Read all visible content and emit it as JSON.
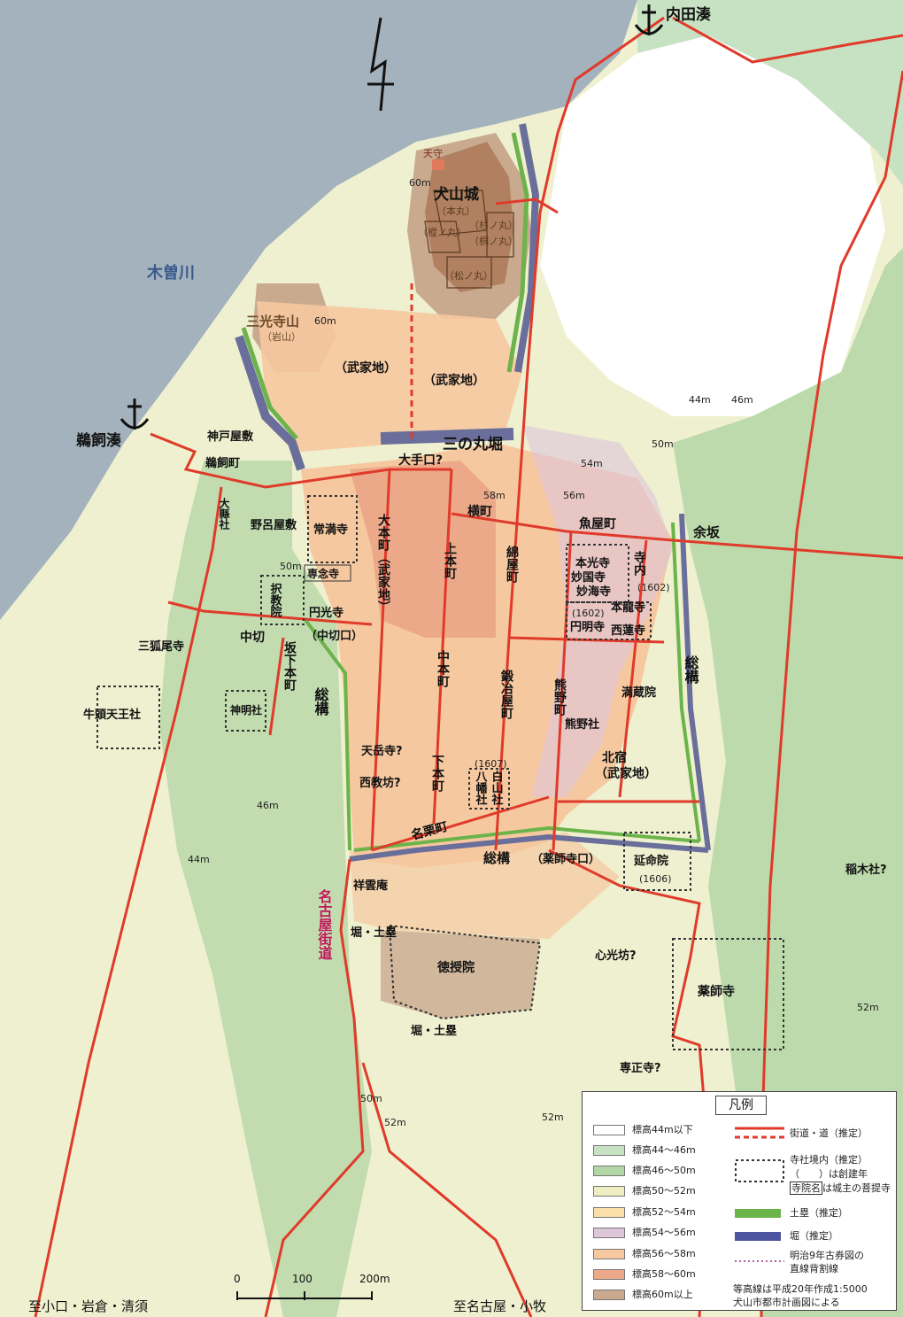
{
  "map": {
    "harbors": {
      "uchida": "内田湊",
      "ukai": "鵜飼湊"
    },
    "river": "木曽川",
    "castle": {
      "name": "犬山城",
      "tenshu": "天守",
      "honmaru": "（本丸）",
      "sugi": "（杉ノ丸）",
      "kiri": "（桐ノ丸）",
      "tate": "（樅ノ丸）",
      "matsu": "（松ノ丸）"
    },
    "sankoji": {
      "name": "三光寺山",
      "sub": "（岩山）"
    },
    "bukechi": "（武家地）",
    "sannomaru": "三の丸堀",
    "otemon": "大手口?",
    "streets": {
      "kandoyashiki": "神戸屋敷",
      "ukaimachi": "鵜飼町",
      "yokomachi": "横町",
      "uoyamachi": "魚屋町",
      "yosaka": "余坂",
      "ohonmachi": "大本町（武家地）",
      "kamihonmachi": "上本町",
      "watayamachi": "綿屋町",
      "nakahonmachi": "中本町",
      "kajiyamachi": "鍛冶屋町",
      "kumanomachi": "熊野町",
      "shimohonmachi": "下本町",
      "meikurimachi": "名栗町",
      "sakashita": "坂下本町",
      "nakagiri": "中切",
      "nakagiriguchi": "（中切口）",
      "nagoyakaido": "名古屋街道",
      "kitajuku": "北宿",
      "kitajuku_sub": "（武家地）"
    },
    "features": {
      "noroyashiki": "野呂屋敷",
      "sogamae1": "総構",
      "sogamae2": "総構",
      "sogamae3": "総構",
      "yakushiguchi": "（薬師寺口）",
      "hori1": "堀・土塁",
      "hori2": "堀・土塁"
    },
    "temples": {
      "josen": "常満寺",
      "sennen": "専念寺",
      "enko": "円光寺",
      "takukyo": "択教院",
      "daiagata": "大縣社",
      "sankoo": "三狐尾寺",
      "gozu": "牛頭天王社",
      "shinmei": "神明社",
      "tengaku": "天岳寺?",
      "saikyo": "西教坊?",
      "hakusan_year": "(1607)",
      "hakusan": "白山社",
      "hachiman": "八幡社",
      "honko": "本光寺",
      "myokoku": "妙国寺",
      "myokai": "妙海寺",
      "teranai": "寺内",
      "teranai_year": "(1602)",
      "year_1602b": "(1602)",
      "enmyo": "円明寺",
      "honryu": "本龍寺",
      "sairen": "西蓮寺",
      "mansho": "満蔵院",
      "kumanosha": "熊野社",
      "enmei": "延命院",
      "enmei_year": "(1606)",
      "shouun": "祥雲庵",
      "tokuju": "徳授院",
      "shinko": "心光坊?",
      "yakushi": "薬師寺",
      "sensho": "専正寺?",
      "inagi": "稲木社?"
    },
    "contours": {
      "c60a": "60m",
      "c60b": "60m",
      "c58": "58m",
      "c56": "56m",
      "c54": "54m",
      "c50a": "50m",
      "c50b": "50m",
      "c50c": "50m",
      "c46a": "46m",
      "c46b": "46m",
      "c44a": "44m",
      "c44b": "44m",
      "c52a": "52m",
      "c52b": "52m",
      "c52c": "52m"
    },
    "destinations": {
      "left": "至小口・岩倉・清須",
      "right": "至名古屋・小牧"
    }
  },
  "scale": {
    "labels": [
      "0",
      "100",
      "200m"
    ]
  },
  "legend": {
    "title": "凡例",
    "elevation": [
      {
        "label": "標高44m以下",
        "color": "#ffffff"
      },
      {
        "label": "標高44〜46m",
        "color": "#c7e2c3"
      },
      {
        "label": "標高46〜50m",
        "color": "#b3d6a6"
      },
      {
        "label": "標高50〜52m",
        "color": "#eeeec2"
      },
      {
        "label": "標高52〜54m",
        "color": "#fadfa8"
      },
      {
        "label": "標高54〜56m",
        "color": "#ddc5da"
      },
      {
        "label": "標高56〜58m",
        "color": "#f6c8a0"
      },
      {
        "label": "標高58〜60m",
        "color": "#eca98a"
      },
      {
        "label": "標高60m以上",
        "color": "#c9aa8e"
      }
    ],
    "road": "街道・道（推定）",
    "temple_area": "寺社境内（推定）",
    "temple_note1": "（　　）は創建年",
    "temple_note2_box": "寺院名",
    "temple_note2": "は城主の菩提寺",
    "dorui": "土塁（推定）",
    "hori": "堀（推定）",
    "meiji1": "明治9年古券図の",
    "meiji2": "直線背割線",
    "source1": "等高線は平成20年作成1:5000",
    "source2": "犬山市都市計画図による"
  },
  "colors": {
    "water": "#a3b2bd",
    "road": "#e03a2a",
    "dorui": "#6bb34a",
    "hori": "#6a6e9a",
    "meiji": "#b561a8",
    "river_label": "#3b5a8a",
    "kaido_label": "#c2185b"
  }
}
